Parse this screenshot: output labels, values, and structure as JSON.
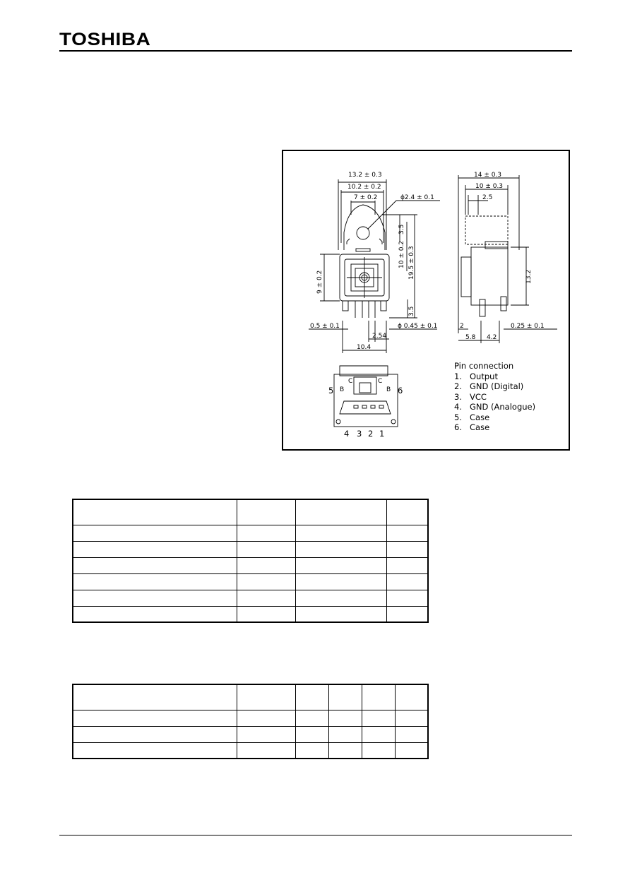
{
  "header": {
    "brand": "TOSHIBA"
  },
  "drawing": {
    "front": {
      "w_outer": "13.2 ± 0.3",
      "w_mid": "10.2 ± 0.2",
      "w_inner": "7 ± 0.2",
      "hole": "ϕ2.4 ± 0.1",
      "dim_35a": "3.5",
      "dim_10": "10 ± 0.2",
      "dim_195": "19.5 ± 0.3",
      "dim_9": "9 ± 0.2",
      "dim_35b": "3.5",
      "dim_05": "0.5 ± 0.1",
      "dim_045": "ϕ 0.45 ± 0.1",
      "dim_254": "2.54",
      "dim_104": "10.4"
    },
    "side": {
      "w_14": "14 ± 0.3",
      "w_10": "10 ± 0.3",
      "w_25": "2.5",
      "h_132": "13.2",
      "dim_2": "2",
      "dim_58": "5.8",
      "dim_42": "4.2",
      "dim_025": "0.25 ± 0.1"
    },
    "bottom": {
      "left_num": "5",
      "right_num": "6",
      "letters": [
        "B",
        "C",
        "C",
        "B"
      ],
      "pins": [
        "4",
        "3",
        "2",
        "1"
      ]
    },
    "pin_connection": {
      "title": "Pin connection",
      "items": [
        {
          "num": "1.",
          "label": "Output"
        },
        {
          "num": "2.",
          "label": "GND (Digital)"
        },
        {
          "num": "3.",
          "label": "VCC"
        },
        {
          "num": "4.",
          "label": "GND (Analogue)"
        },
        {
          "num": "5.",
          "label": "Case"
        },
        {
          "num": "6.",
          "label": "Case"
        }
      ]
    }
  }
}
